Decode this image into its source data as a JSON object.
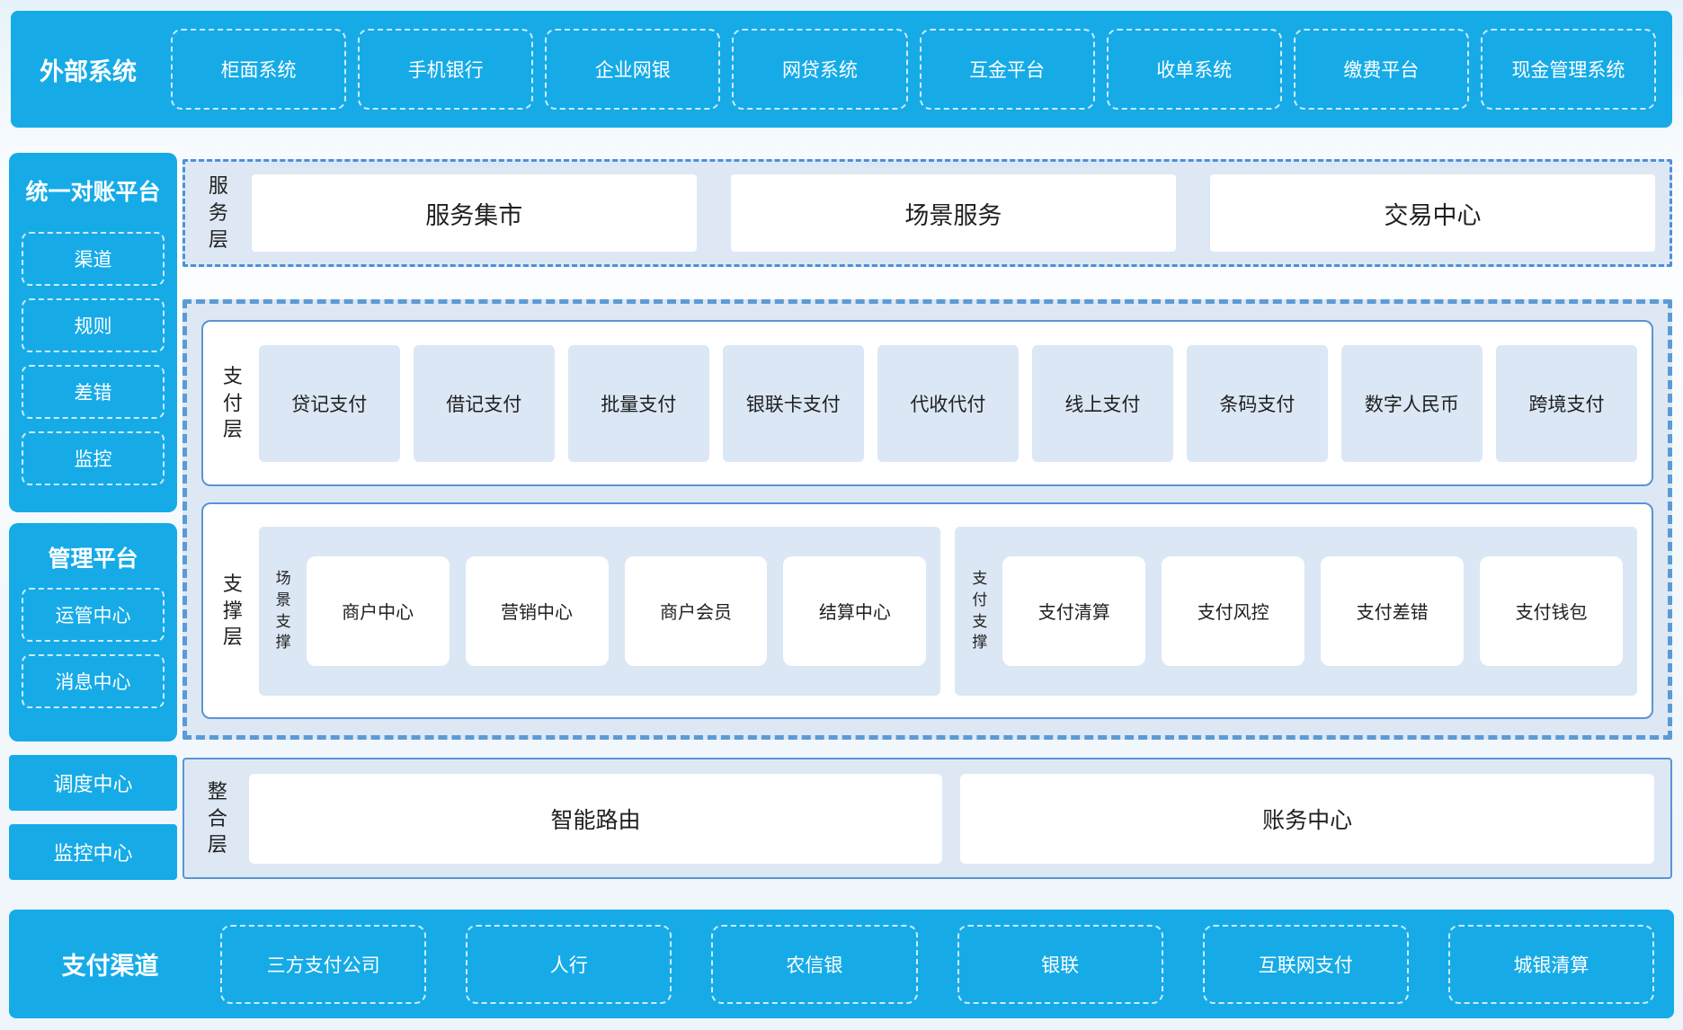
{
  "colors": {
    "bar_blue": "#16ABE7",
    "panel_bg": "#DDE8F4",
    "tile_bg": "#DBE7F4",
    "border_blue_solid": "#5B94D2",
    "border_blue_dashed": "#5B9BD5",
    "border_blue_dashdot": "#4A90D9",
    "dash_on_blue": "rgba(255,255,255,0.78)",
    "text_dark": "#1F1F1F",
    "text_on_blue": "#FFFFFF"
  },
  "top_bar": {
    "title": "外部系统",
    "items": [
      "柜面系统",
      "手机银行",
      "企业网银",
      "网贷系统",
      "互金平台",
      "收单系统",
      "缴费平台",
      "现金管理系统"
    ]
  },
  "sidebar": {
    "reconciliation": {
      "title": "统一对账平台",
      "items": [
        "渠道",
        "规则",
        "差错",
        "监控"
      ]
    },
    "management": {
      "title": "管理平台",
      "items": [
        "运管中心",
        "消息中心"
      ]
    },
    "solo_blocks": [
      "调度中心",
      "监控中心"
    ]
  },
  "service_layer": {
    "label": "服务层",
    "items": [
      "服务集市",
      "场景服务",
      "交易中心"
    ]
  },
  "payment_layer": {
    "label": "支付层",
    "items": [
      "贷记支付",
      "借记支付",
      "批量支付",
      "银联卡支付",
      "代收代付",
      "线上支付",
      "条码支付",
      "数字人民币",
      "跨境支付"
    ]
  },
  "support_layer": {
    "label": "支撑层",
    "groups": [
      {
        "label": "场景支撑",
        "items": [
          "商户中心",
          "营销中心",
          "商户会员",
          "结算中心"
        ]
      },
      {
        "label": "支付支撑",
        "items": [
          "支付清算",
          "支付风控",
          "支付差错",
          "支付钱包"
        ]
      }
    ]
  },
  "integration_layer": {
    "label": "整合层",
    "items": [
      "智能路由",
      "账务中心"
    ]
  },
  "bottom_bar": {
    "title": "支付渠道",
    "items": [
      "三方支付公司",
      "人行",
      "农信银",
      "银联",
      "互联网支付",
      "城银清算"
    ]
  }
}
